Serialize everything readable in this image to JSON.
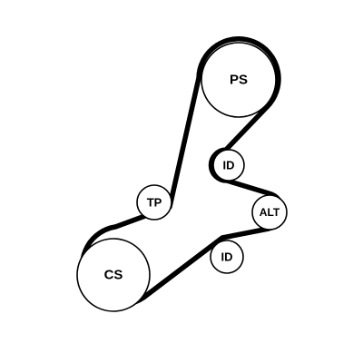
{
  "diagram": {
    "pulleys": {
      "ps": {
        "label": "PS"
      },
      "id_upper": {
        "label": "ID"
      },
      "alt": {
        "label": "ALT"
      },
      "id_lower": {
        "label": "ID"
      },
      "tp": {
        "label": "TP"
      },
      "cs": {
        "label": "CS"
      }
    },
    "colors": {
      "belt": "#000000",
      "pulley_fill": "#ffffff",
      "background": "#ffffff"
    }
  }
}
